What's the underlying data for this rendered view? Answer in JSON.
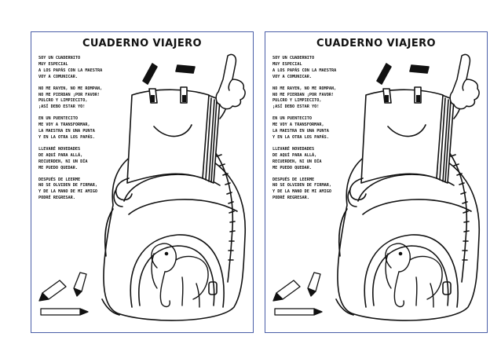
{
  "sheets": [
    {
      "title": "CUADERNO VIAJERO",
      "stanzas": [
        [
          "SOY UN CUADERNITO",
          "MUY ESPECIAL",
          "A LOS PAPÁS CON LA MAESTRA",
          "VOY A COMUNICAR."
        ],
        [
          "NO ME RAYEN, NO ME ROMPAN,",
          "NO ME PIERDAN ¡POR FAVOR!",
          "PULCRO Y LIMPIECITO,",
          "¡ASÍ DEBO ESTAR YO!"
        ],
        [
          "EN UN PUENTECITO",
          "ME VOY A TRANSFORMAR,",
          "LA MAESTRA EN UNA PUNTA",
          "Y EN LA OTRA LOS PAPÁS."
        ],
        [
          "LLEVARÉ NOVEDADES",
          "DE AQUÍ PARA ALLÁ,",
          "RECUERDEN, NI UN DÍA",
          "ME PUEDO QUEDAR."
        ],
        [
          "DESPUÉS DE LEERME",
          "NO SE OLVIDEN DE FIRMAR,",
          "Y DE LA MANO DE MI AMIGO",
          "PODRÉ REGRESAR."
        ]
      ]
    },
    {
      "title": "CUADERNO VIAJERO",
      "stanzas": [
        [
          "SOY UN CUADERNITO",
          "MUY ESPECIAL",
          "A LOS PAPÁS CON LA MAESTRA",
          "VOY A COMUNICAR."
        ],
        [
          "NO ME RAYEN, NO ME ROMPAN,",
          "NO ME PIERDAN ¡POR FAVOR!",
          "PULCRO Y LIMPIECITO,",
          "¡ASÍ DEBO ESTAR YO!"
        ],
        [
          "EN UN PUENTECITO",
          "ME VOY A TRANSFORMAR,",
          "LA MAESTRA EN UNA PUNTA",
          "Y EN LA OTRA LOS PAPÁS."
        ],
        [
          "LLEVARÉ NOVEDADES",
          "DE AQUÍ PARA ALLÁ,",
          "RECUERDEN, NI UN DÍA",
          "ME PUEDO QUEDAR."
        ],
        [
          "DESPUÉS DE LEERME",
          "NO SE OLVIDEN DE FIRMAR,",
          "Y DE LA MANO DE MI AMIGO",
          "PODRÉ REGRESAR."
        ]
      ]
    }
  ],
  "colors": {
    "frame": "#4a5ea8",
    "ink": "#111111",
    "paper": "#ffffff"
  },
  "icons": [
    "notebook-character-icon",
    "backpack-icon",
    "elephant-icon",
    "pencil-icon",
    "pointing-hand-icon"
  ]
}
